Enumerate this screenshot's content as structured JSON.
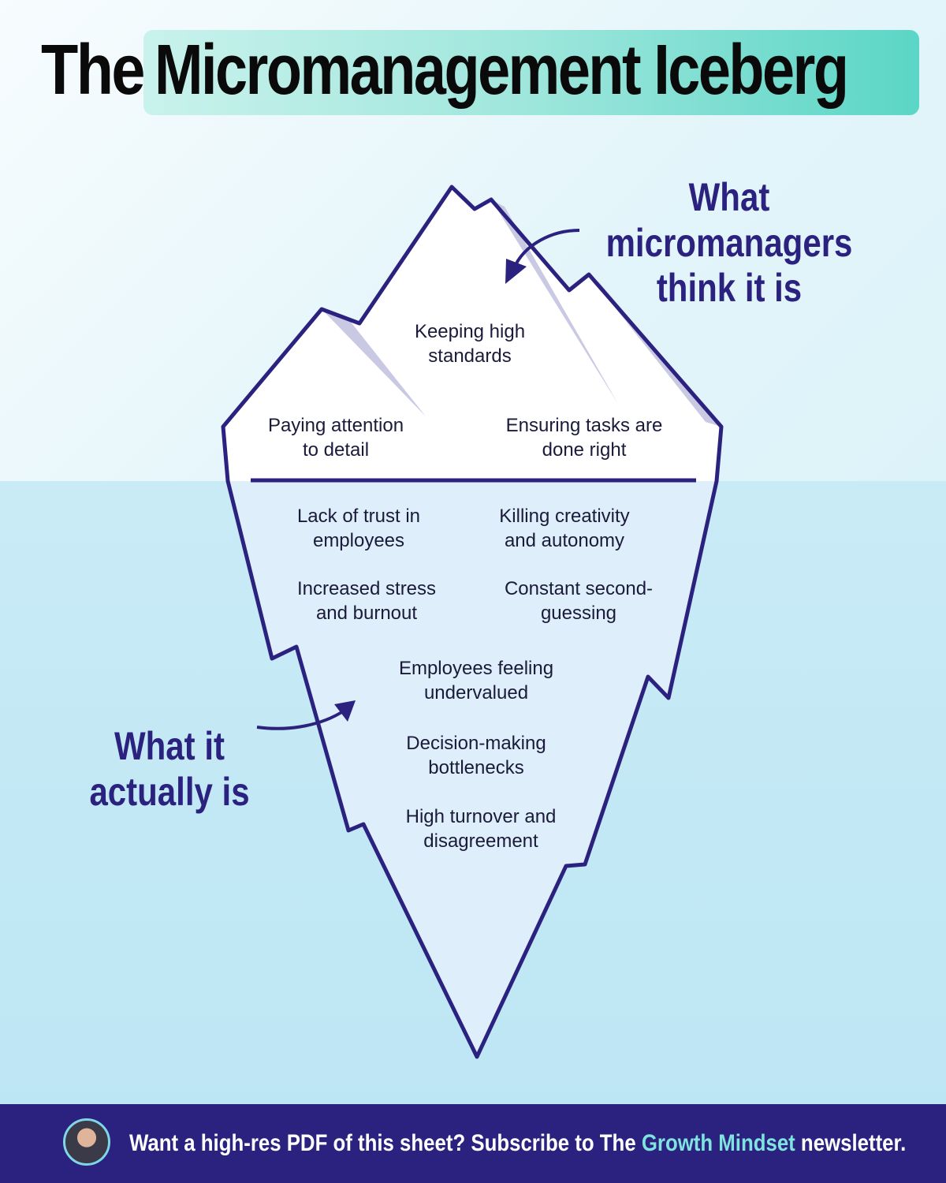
{
  "title": {
    "prefix": "The",
    "highlight": "Micromanagement Iceberg"
  },
  "callouts": {
    "top": [
      "What micromanagers",
      "think it is"
    ],
    "bottom": [
      "What it",
      "actually is"
    ]
  },
  "above_water": {
    "top": [
      "Keeping high",
      "standards"
    ],
    "left": [
      "Paying attention",
      "to detail"
    ],
    "right": [
      "Ensuring tasks are",
      "done right"
    ]
  },
  "below_water": {
    "row1_left": [
      "Lack of trust in",
      "employees"
    ],
    "row1_right": [
      "Killing creativity",
      "and autonomy"
    ],
    "row2_left": [
      "Increased stress",
      "and burnout"
    ],
    "row2_right": [
      "Constant second-",
      "guessing"
    ],
    "c1": [
      "Employees feeling",
      "undervalued"
    ],
    "c2": [
      "Decision-making",
      "bottlenecks"
    ],
    "c3": [
      "High turnover and",
      "disagreement"
    ]
  },
  "footer": {
    "before": "Want a high-res PDF of this sheet? Subscribe to The ",
    "highlight": "Growth Mindset",
    "after": " newsletter."
  },
  "colors": {
    "outline": "#2b2280",
    "accent": "#5bd6c6",
    "footer_bg": "#2b2280"
  }
}
